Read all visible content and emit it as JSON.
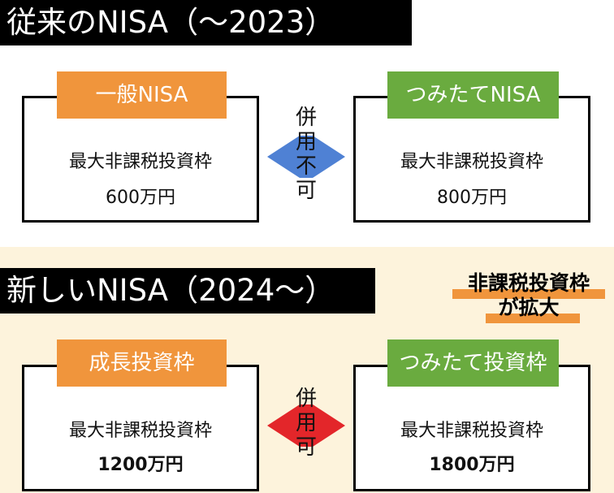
{
  "old": {
    "heading": "従来のNISA（～2023）",
    "left": {
      "tag": "一般NISA",
      "line1": "最大非課税投資枠",
      "line2": "600万円"
    },
    "right": {
      "tag": "つみたてNISA",
      "line1": "最大非課税投資枠",
      "line2": "800万円"
    },
    "arrow_text": "併\n用\n不\n可",
    "arrow_color": "#4f81d4"
  },
  "new": {
    "heading": "新しいNISA（2024～）",
    "left": {
      "tag": "成長投資枠",
      "line1": "最大非課税投資枠",
      "line2": "1200万円"
    },
    "right": {
      "tag": "つみたて投資枠",
      "line1": "最大非課税投資枠",
      "line2": "1800万円"
    },
    "arrow_text": "併\n用\n可",
    "arrow_color": "#e3262a"
  },
  "callout": {
    "line1": "非課税投資枠",
    "line2": "が拡大"
  },
  "colors": {
    "orange": "#f0953c",
    "green": "#6aab3f",
    "bg_new": "#fdf3dc"
  }
}
